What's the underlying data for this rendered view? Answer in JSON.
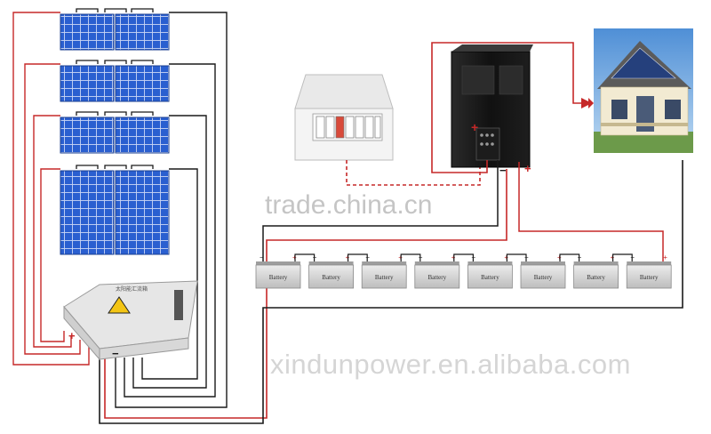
{
  "watermarks": {
    "primary": "trade.china.cn",
    "secondary": "xindunpower.en.alibaba.com"
  },
  "combiner_box": {
    "title_text": "太阳能汇流箱",
    "warning_symbol": "⚡"
  },
  "battery_bank": {
    "label": "Battery",
    "count": 8
  },
  "terminal_symbols": {
    "positive": "+",
    "negative": "−"
  },
  "colors": {
    "positive_wire": "#c62828",
    "negative_wire": "#1a1a1a",
    "ac_wire_dashed": "#c62828",
    "panel_blue": "#2251b8",
    "battery_body": "#d8d8d8"
  }
}
